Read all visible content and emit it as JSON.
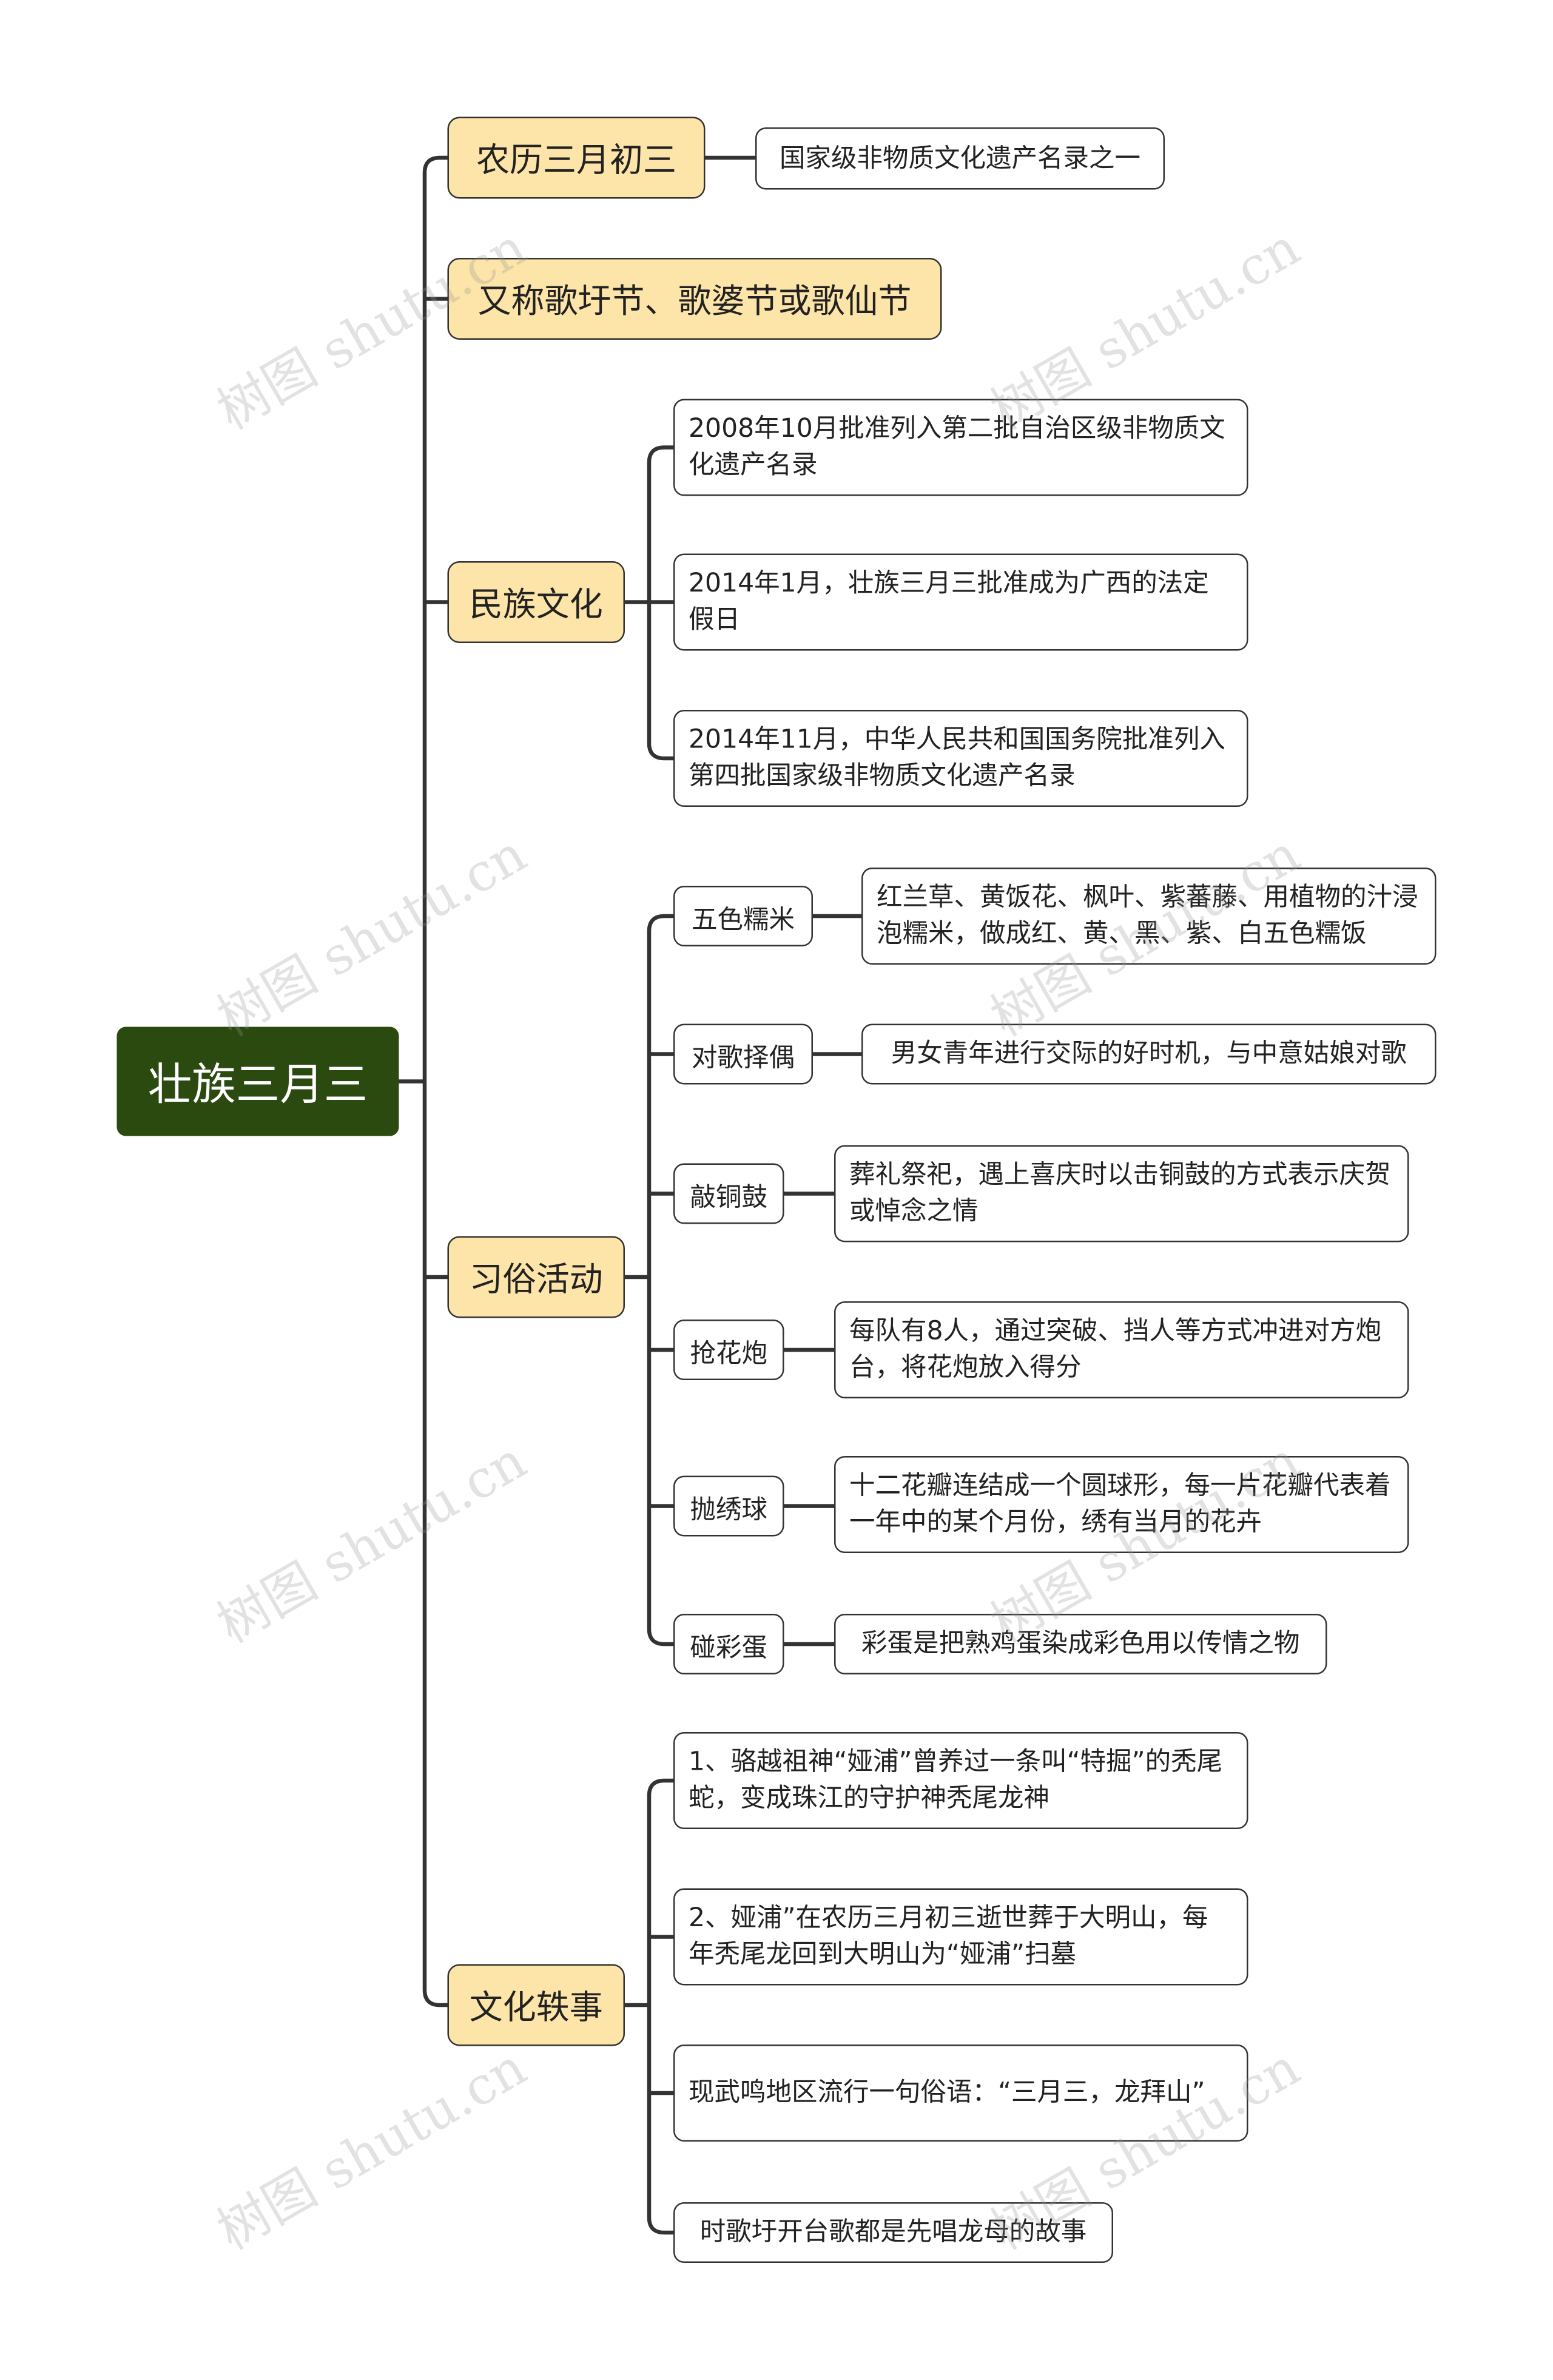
{
  "root": {
    "label": "壮族三月三"
  },
  "branches": [
    {
      "label": "农历三月初三",
      "children": [
        {
          "label": "国家级非物质文化遗产名录之一"
        }
      ]
    },
    {
      "label": "又称歌圩节、歌婆节或歌仙节",
      "children": []
    },
    {
      "label": "民族文化",
      "children": [
        {
          "label": "2008年10月批准列入第二批自治区级非物质文化遗产名录"
        },
        {
          "label": "2014年1月，壮族三月三批准成为广西的法定假日"
        },
        {
          "label": "2014年11月，中华人民共和国国务院批准列入第四批国家级非物质文化遗产名录"
        }
      ]
    },
    {
      "label": "习俗活动",
      "children": [
        {
          "label": "五色糯米",
          "detail": "红兰草、黄饭花、枫叶、紫蕃藤、用植物的汁浸泡糯米，做成红、黄、黑、紫、白五色糯饭"
        },
        {
          "label": "对歌择偶",
          "detail": "男女青年进行交际的好时机，与中意姑娘对歌"
        },
        {
          "label": "敲铜鼓",
          "detail": "葬礼祭祀，遇上喜庆时以击铜鼓的方式表示庆贺或悼念之情"
        },
        {
          "label": "抢花炮",
          "detail": "每队有8人，通过突破、挡人等方式冲进对方炮台，将花炮放入得分"
        },
        {
          "label": "抛绣球",
          "detail": "十二花瓣连结成一个圆球形，每一片花瓣代表着一年中的某个月份，绣有当月的花卉"
        },
        {
          "label": "碰彩蛋",
          "detail": "彩蛋是把熟鸡蛋染成彩色用以传情之物"
        }
      ]
    },
    {
      "label": "文化轶事",
      "children": [
        {
          "label": "1、骆越祖神“娅浦”曾养过一条叫“特掘”的秃尾蛇，变成珠江的守护神秃尾龙神"
        },
        {
          "label": "2、娅浦”在农历三月初三逝世葬于大明山，每年秃尾龙回到大明山为“娅浦”扫墓"
        },
        {
          "label": "现武鸣地区流行一句俗语：“三月三，龙拜山”"
        },
        {
          "label": "时歌圩开台歌都是先唱龙母的故事"
        }
      ]
    }
  ],
  "watermark": "树图 shutu.cn",
  "colors": {
    "root_bg": "#2a4a10",
    "branch_bg": "#fde4a8",
    "line": "#333333"
  }
}
